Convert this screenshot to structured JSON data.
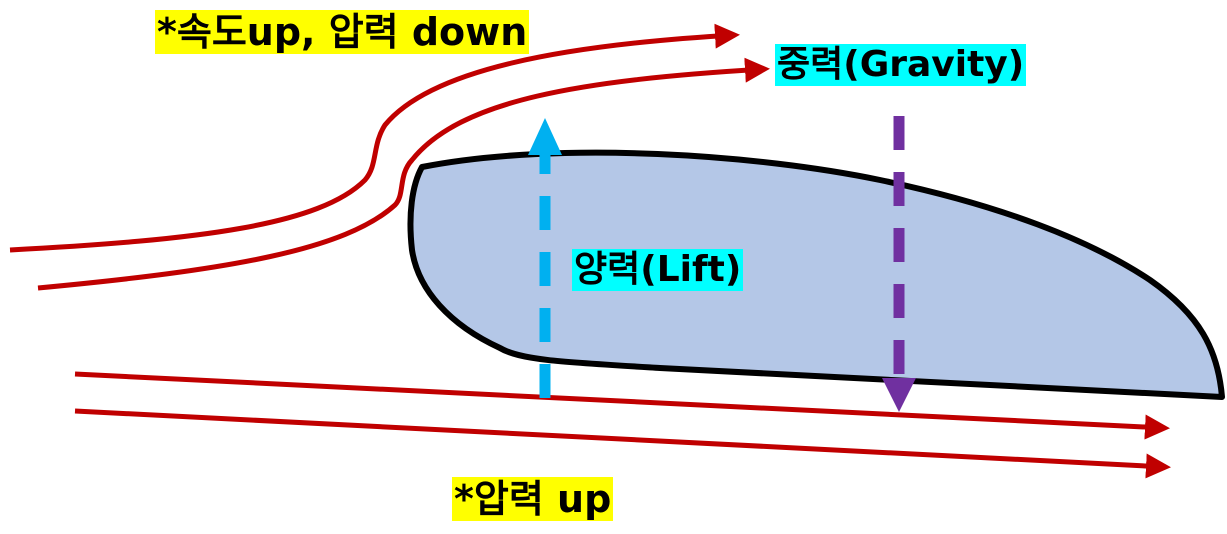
{
  "labels": {
    "top_flow": "*속도up, 압력 down",
    "gravity": "중력(Gravity)",
    "lift": "양력(Lift)",
    "bottom_flow": "*압력 up"
  },
  "colors": {
    "airfoil_fill": "#b4c7e7",
    "airfoil_stroke": "#000000",
    "streamline": "#c00000",
    "lift_arrow": "#00b0f0",
    "gravity_arrow": "#7030a0",
    "highlight_yellow": "#ffff00",
    "highlight_cyan": "#00ffff"
  }
}
